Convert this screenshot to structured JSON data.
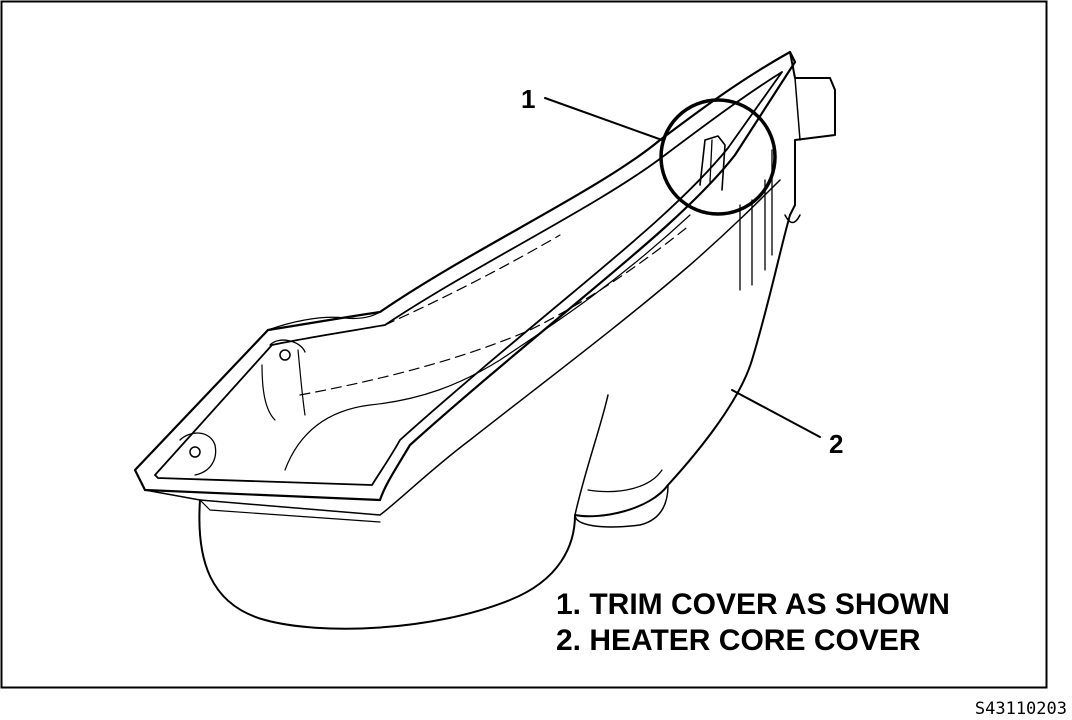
{
  "callouts": {
    "one": "1",
    "two": "2"
  },
  "legend": {
    "item1": "1. TRIM COVER AS SHOWN",
    "item2": "2. HEATER CORE COVER"
  },
  "figure_id": "S43110203",
  "colors": {
    "line": "#000000",
    "background": "#ffffff"
  }
}
